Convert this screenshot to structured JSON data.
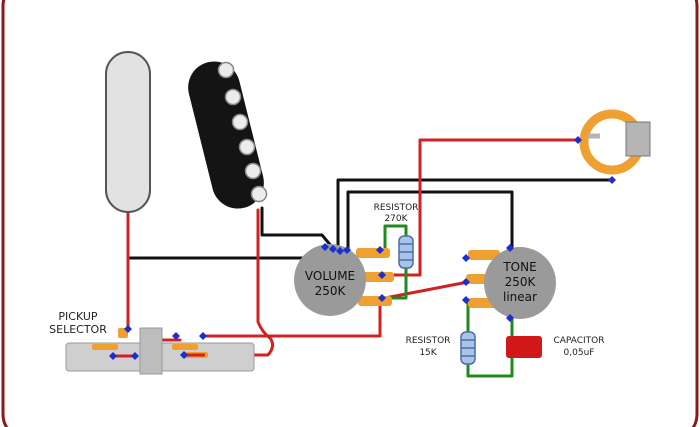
{
  "labels": {
    "pickup_selector_line1": "PICKUP",
    "pickup_selector_line2": "SELECTOR",
    "resistor_top_line1": "RESISTOR",
    "resistor_top_line2": "270K",
    "volume_line1": "VOLUME",
    "volume_line2": "250K",
    "tone_line1": "TONE",
    "tone_line2": "250K",
    "tone_line3": "linear",
    "resistor_bottom_line1": "RESISTOR",
    "resistor_bottom_line2": "15K",
    "capacitor_line1": "CAPACITOR",
    "capacitor_line2": "0,05uF"
  },
  "colors": {
    "frame": "#8b1a1a",
    "wire_red": "#d42020",
    "wire_black": "#111111",
    "wire_green": "#1f8a1f",
    "solder": "#1a2fd0",
    "pot_body": "#9a9a9a",
    "lug_orange": "#f0a030",
    "pickup_white": "#e2e2e2",
    "pickup_black": "#141414",
    "resistor_body": "#a9c4e8",
    "capacitor": "#d01818",
    "jack_orange": "#f0a030"
  }
}
